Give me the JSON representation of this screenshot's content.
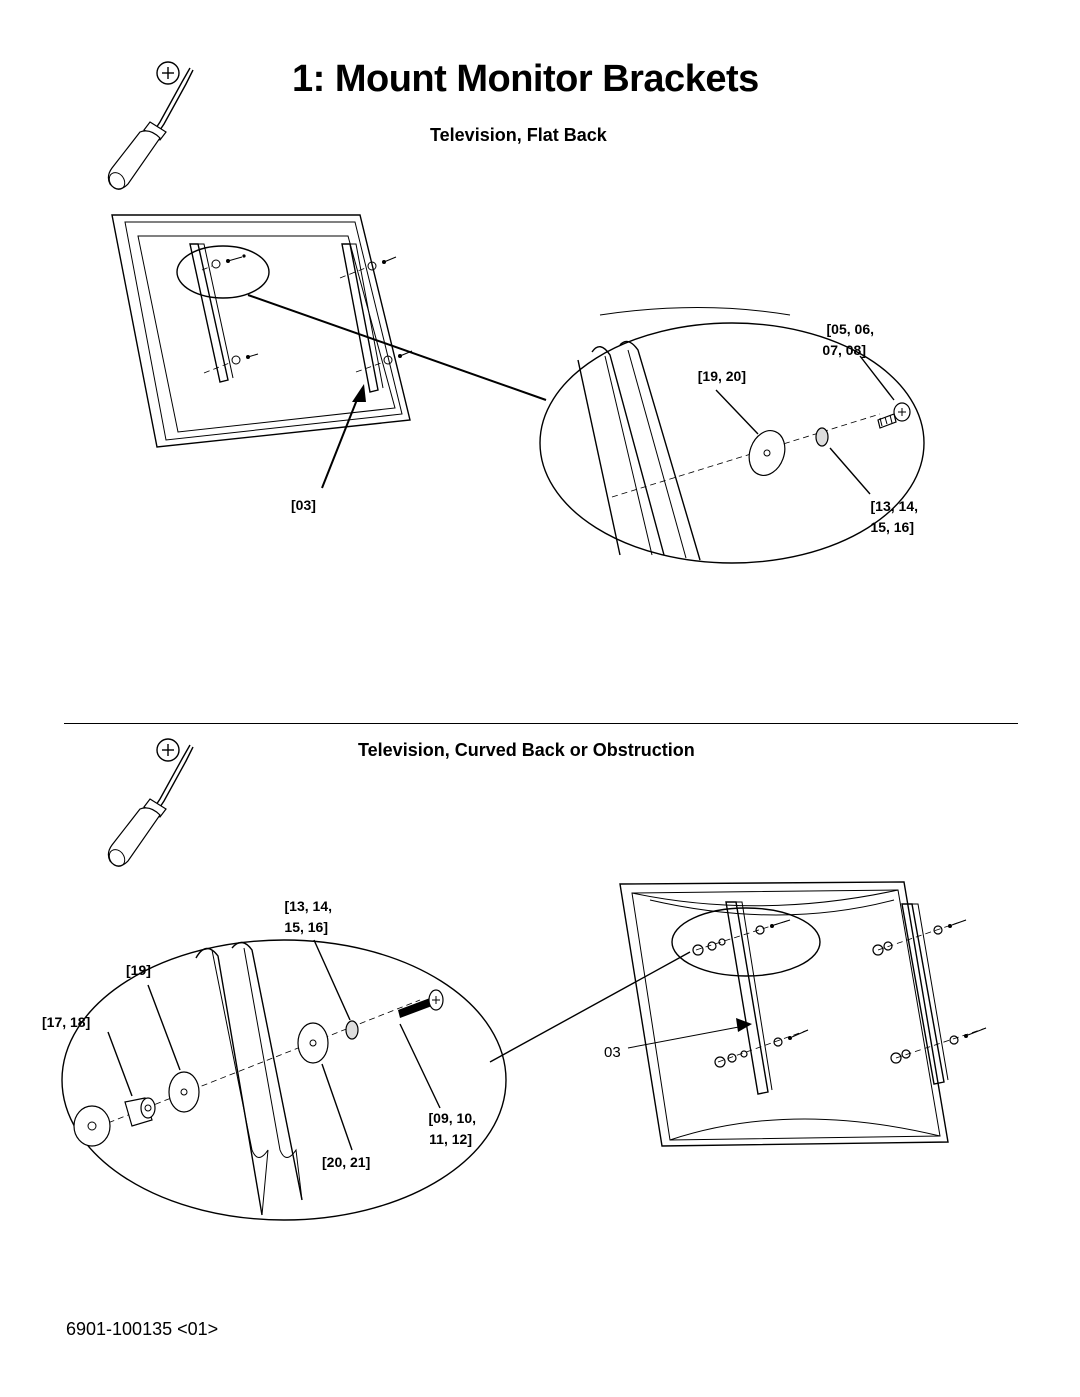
{
  "page": {
    "title": "1: Mount Monitor Brackets",
    "footer": "6901-100135 <01>"
  },
  "sections": {
    "flat_back": {
      "heading": "Television, Flat Back",
      "labels": {
        "bracket": "[03]",
        "screws_line1": "[05, 06,",
        "screws_line2": "07, 08]",
        "washer": "[19, 20]",
        "lock_line1": "[13, 14,",
        "lock_line2": "15, 16]"
      }
    },
    "curved_back": {
      "heading": "Television, Curved Back or Obstruction",
      "labels": {
        "lock_line1": "[13, 14,",
        "lock_line2": "15, 16]",
        "washer": "[19]",
        "spacer": "[17, 18]",
        "screws_line1": "[09, 10,",
        "screws_line2": "11, 12]",
        "flat_washer": "[20, 21]",
        "bracket": "03"
      }
    }
  },
  "icons": [
    "screwdriver-icon",
    "phillips-head-icon"
  ]
}
